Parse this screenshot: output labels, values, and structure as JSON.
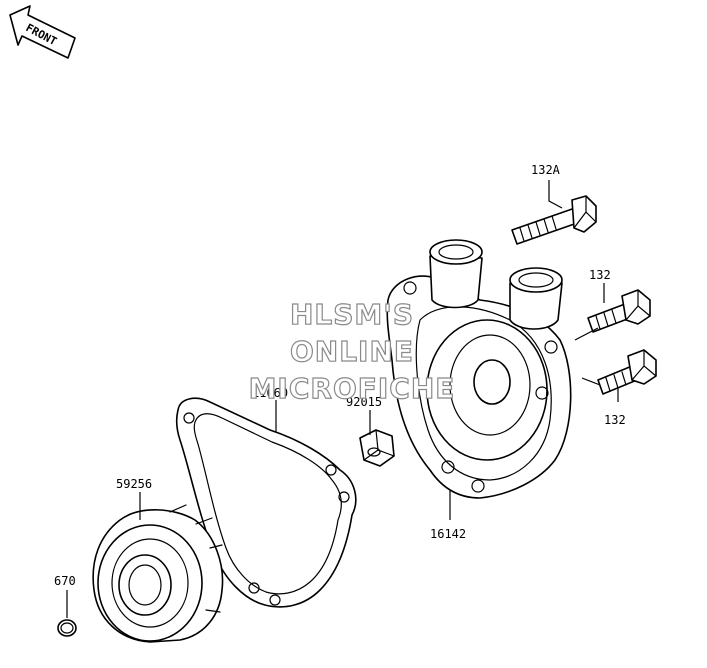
{
  "front_indicator": {
    "label": "FRONT"
  },
  "watermark": {
    "lines": [
      "HLSM'S",
      "ONLINE",
      "MICROFICHE"
    ]
  },
  "callouts": {
    "bolt_upper": "132A",
    "bolt_mid": "132",
    "bolt_lower": "132",
    "gasket": "11060",
    "nut": "92015",
    "cover": "16142",
    "impeller": "59256",
    "oring": "670"
  }
}
